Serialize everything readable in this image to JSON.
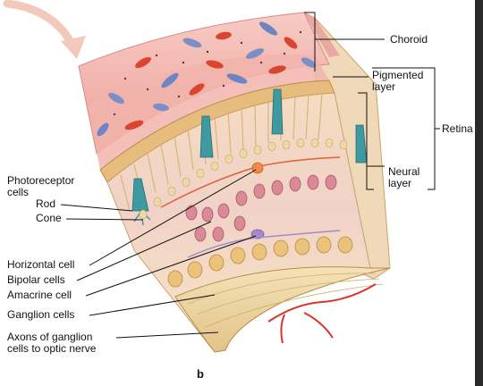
{
  "figure": {
    "panel_letter": "b",
    "labels": {
      "choroid": "Choroid",
      "pigmented_layer": "Pigmented\nlayer",
      "retina": "Retina",
      "neural_layer": "Neural\nlayer",
      "photoreceptor_cells": "Photoreceptor\ncells",
      "rod": "Rod",
      "cone": "Cone",
      "horizontal_cell": "Horizontal cell",
      "bipolar_cells": "Bipolar cells",
      "amacrine_cell": "Amacrine cell",
      "ganglion_cells": "Ganglion cells",
      "axons": "Axons of ganglion\ncells to optic nerve"
    },
    "colors": {
      "choroid": "#f2b9b2",
      "pigmented": "#e7c48a",
      "neural": "#f6e6c2",
      "nerve_fiber": "#eed9a6",
      "blood_vessel": "#d8352a",
      "cone_cell": "#3e9aa0",
      "bipolar_cell": "#d98a96",
      "amacrine_cell": "#a58ac9",
      "ganglion_cell": "#eac27a"
    }
  }
}
